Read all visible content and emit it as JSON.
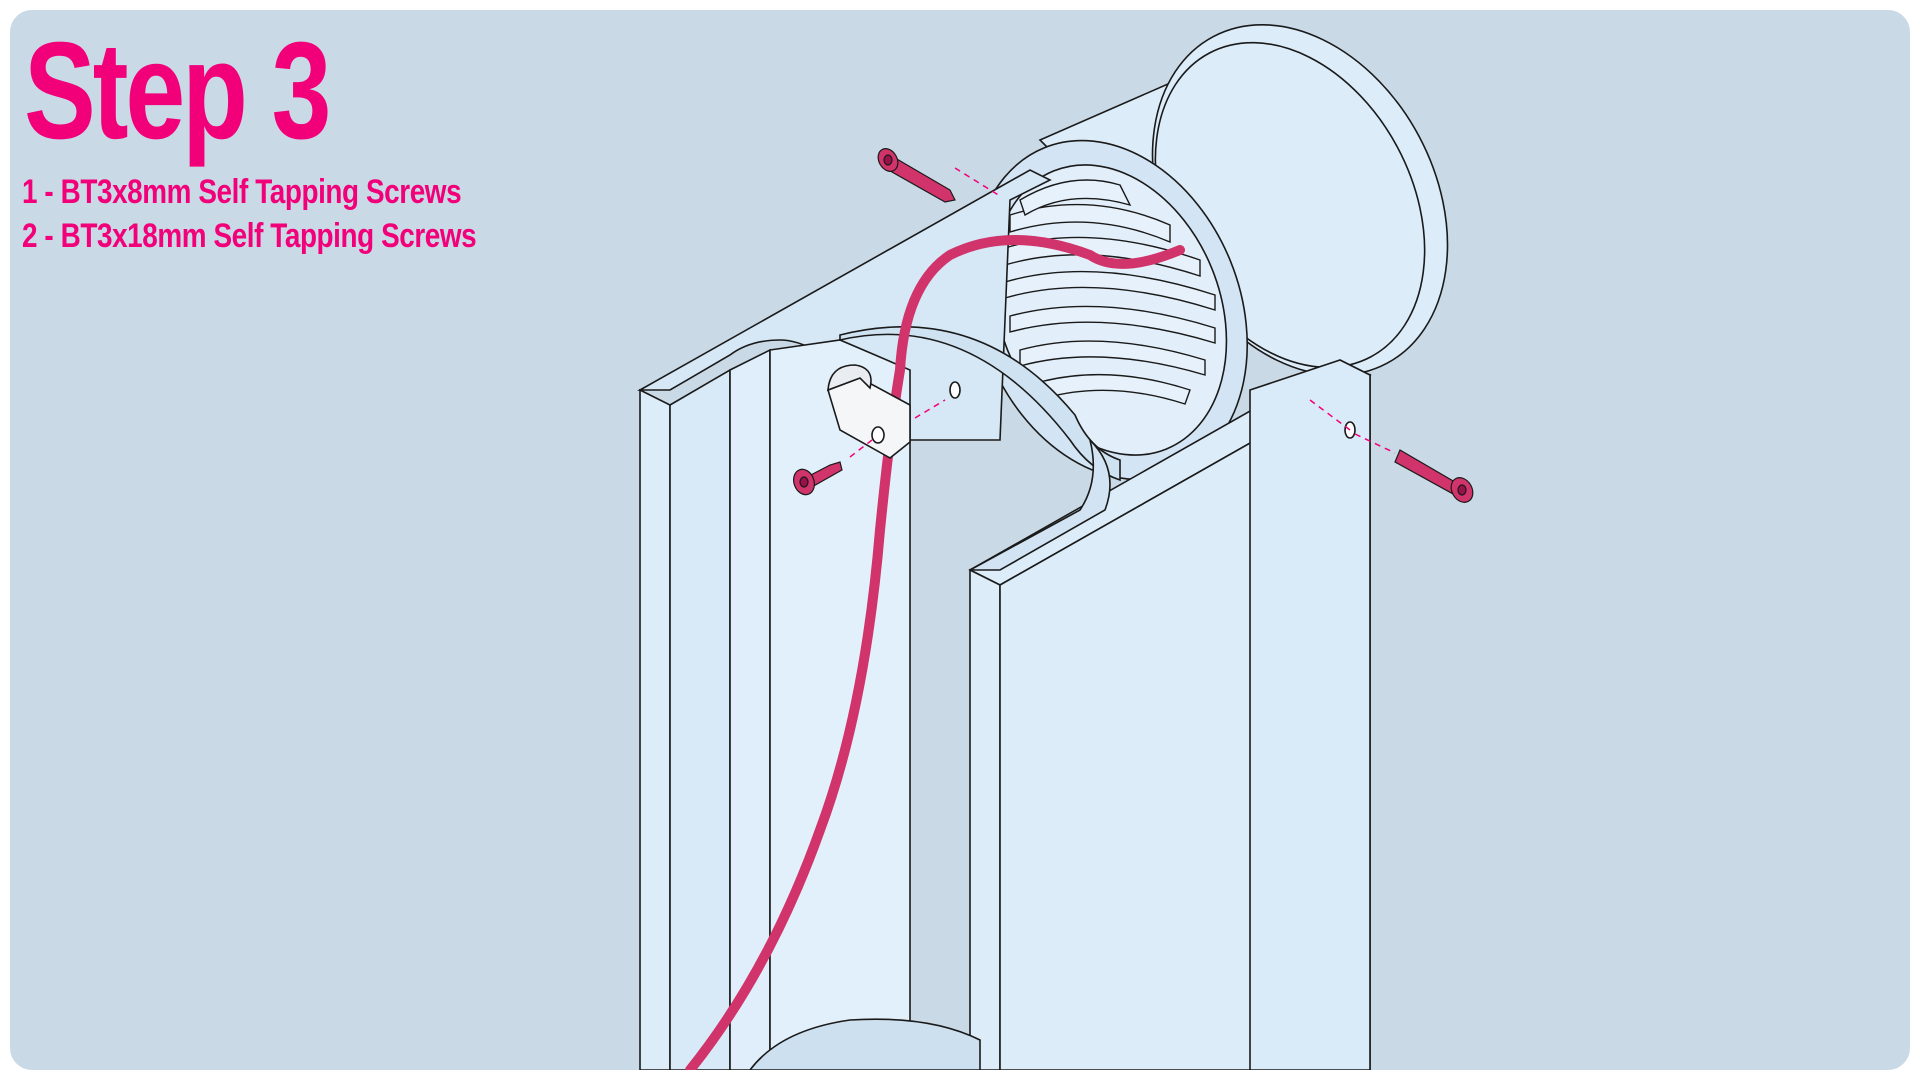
{
  "instruction": {
    "title": "Step 3",
    "items": [
      "1 - BT3x8mm Self Tapping Screws",
      "2 - BT3x18mm Self Tapping Screws"
    ]
  },
  "colors": {
    "background": "#c9d9e6",
    "part_fill": "#dcecf9",
    "outline": "#1a1a1a",
    "accent": "#f2007a",
    "cable": "#d0346a"
  }
}
